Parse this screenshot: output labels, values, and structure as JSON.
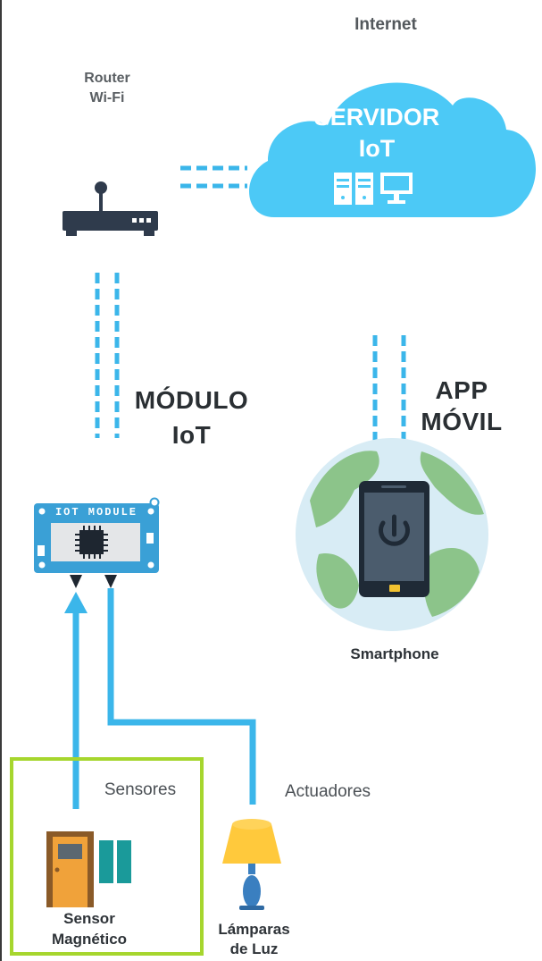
{
  "labels": {
    "internet": "Internet",
    "router_line1": "Router",
    "router_line2": "Wi-Fi",
    "server_line1": "SERVIDOR",
    "server_line2": "IoT",
    "module_title_line1": "MÓDULO",
    "module_title_line2": "IoT",
    "app_line1": "APP",
    "app_line2": "MÓVIL",
    "module_board": "IOT MODULE",
    "smartphone": "Smartphone",
    "sensores": "Sensores",
    "actuadores": "Actuadores",
    "sensor_line1": "Sensor",
    "sensor_line2": "Magnético",
    "lamp_line1": "Lámparas",
    "lamp_line2": "de Luz"
  },
  "colors": {
    "link": "#3bb6ea",
    "cloud": "#4cc9f6",
    "router": "#2f3b4c",
    "module": "#3aa0d6",
    "highlight": "#a6d62e",
    "globe_ocean": "#d8ecf5",
    "globe_land": "#8cc48a",
    "phone": "#1f2a36",
    "door": "#f0a23a",
    "magnet": "#1a9a9a",
    "lamp_shade": "#ffc93c",
    "lamp_base": "#3a7fc0"
  },
  "icons": [
    "router-icon",
    "cloud-icon",
    "server-icon",
    "monitor-icon",
    "iot-module-icon",
    "chip-icon",
    "globe-icon",
    "smartphone-icon",
    "power-icon",
    "door-icon",
    "magnet-icon",
    "lamp-icon",
    "arrow-up-icon"
  ]
}
